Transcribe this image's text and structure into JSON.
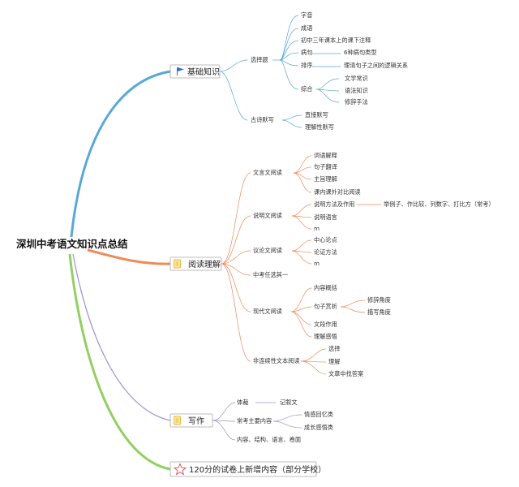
{
  "root": {
    "title": "深圳中考语文知识点总结"
  },
  "colors": {
    "blue": "#5aa8d8",
    "orange": "#ee8a5c",
    "purple": "#9f8fd2",
    "green": "#92cf63",
    "flag": "#2a6fd1",
    "note_icon": "#e4b62c",
    "star": "#e14b4b"
  },
  "branches": {
    "basic": {
      "label": "基础知识",
      "icon": "flag-icon",
      "choice": {
        "label": "选择题",
        "items": {
          "pronunciation": "字音",
          "idiom": "成语",
          "notes": "初中三年课本上的课下注释",
          "sick": {
            "label": "病句",
            "child": "6种病句类型"
          },
          "order": {
            "label": "排序",
            "child": "理清句子之间的逻辑关系"
          },
          "general": {
            "label": "综合",
            "children": [
              "文学常识",
              "语法知识",
              "修辞手法"
            ]
          }
        }
      },
      "poem": {
        "label": "古诗默写",
        "children": [
          "直接默写",
          "理解性默写"
        ]
      }
    },
    "reading": {
      "label": "阅读理解",
      "icon": "note-icon",
      "classical": {
        "label": "文言文阅读",
        "children": [
          "词语解释",
          "句子翻译",
          "主旨理解",
          "课内课外对比阅读"
        ]
      },
      "expository": {
        "label": "说明文阅读",
        "method": {
          "label": "说明方法及作用",
          "child": "举例子、作比较、列数字、打比方（常考）"
        },
        "language": "说明语言",
        "more": "m"
      },
      "argument": {
        "label": "议论文阅读",
        "children": [
          "中心论点",
          "论证方法",
          "m"
        ]
      },
      "pick": {
        "label": "中考任选其一"
      },
      "modern": {
        "label": "现代文阅读",
        "summary": "内容概括",
        "appreciate": {
          "label": "句子赏析",
          "children": [
            "修辞角度",
            "描写角度"
          ]
        },
        "paragraph": "文段作用",
        "feeling": "理解感悟"
      },
      "noncontinuous": {
        "label": "非连续性文本阅读",
        "children": [
          "选择",
          "理解",
          "文章中找答案"
        ]
      }
    },
    "writing": {
      "label": "写作",
      "icon": "note-icon",
      "genre": {
        "label": "体裁",
        "child": "记叙文"
      },
      "content": {
        "label": "常考主要内容",
        "children": [
          "情感回忆类",
          "成长感悟类"
        ]
      },
      "aspects": "内容、结构、语言、卷面"
    },
    "new": {
      "label": "120分的试卷上新增内容（部分学校）",
      "icon": "star-icon"
    }
  }
}
